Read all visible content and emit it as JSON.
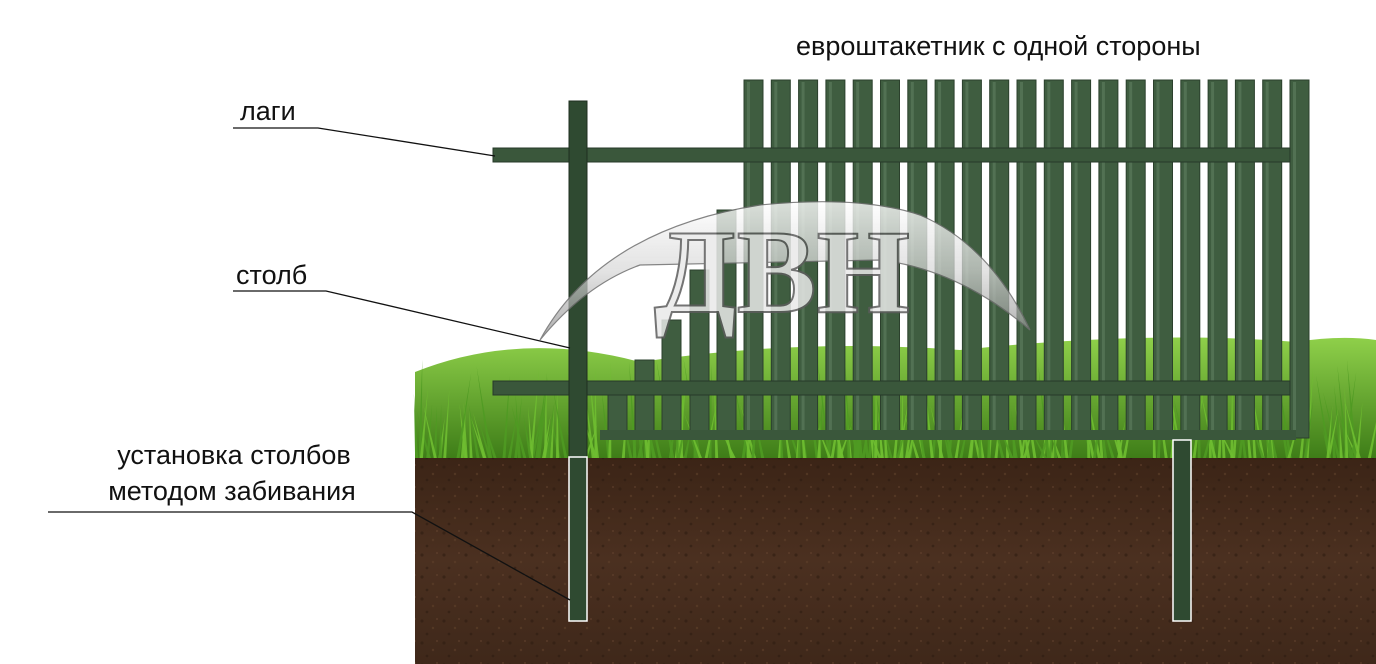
{
  "diagram": {
    "labels": {
      "picket_fence": "евроштакетник с одной стороны",
      "rails": "лаги",
      "post": "столб",
      "installation_line1": "установка столбов",
      "installation_line2": "методом забивания"
    },
    "watermark": "ДВН",
    "colors": {
      "fence_green": "#3e5b3f",
      "fence_dark": "#2c412d",
      "grass": "#5ea629",
      "grass_dark": "#3f7d1a",
      "soil": "#4a2f1e",
      "soil_dark": "#3a2417",
      "leader_line": "#111111"
    }
  }
}
